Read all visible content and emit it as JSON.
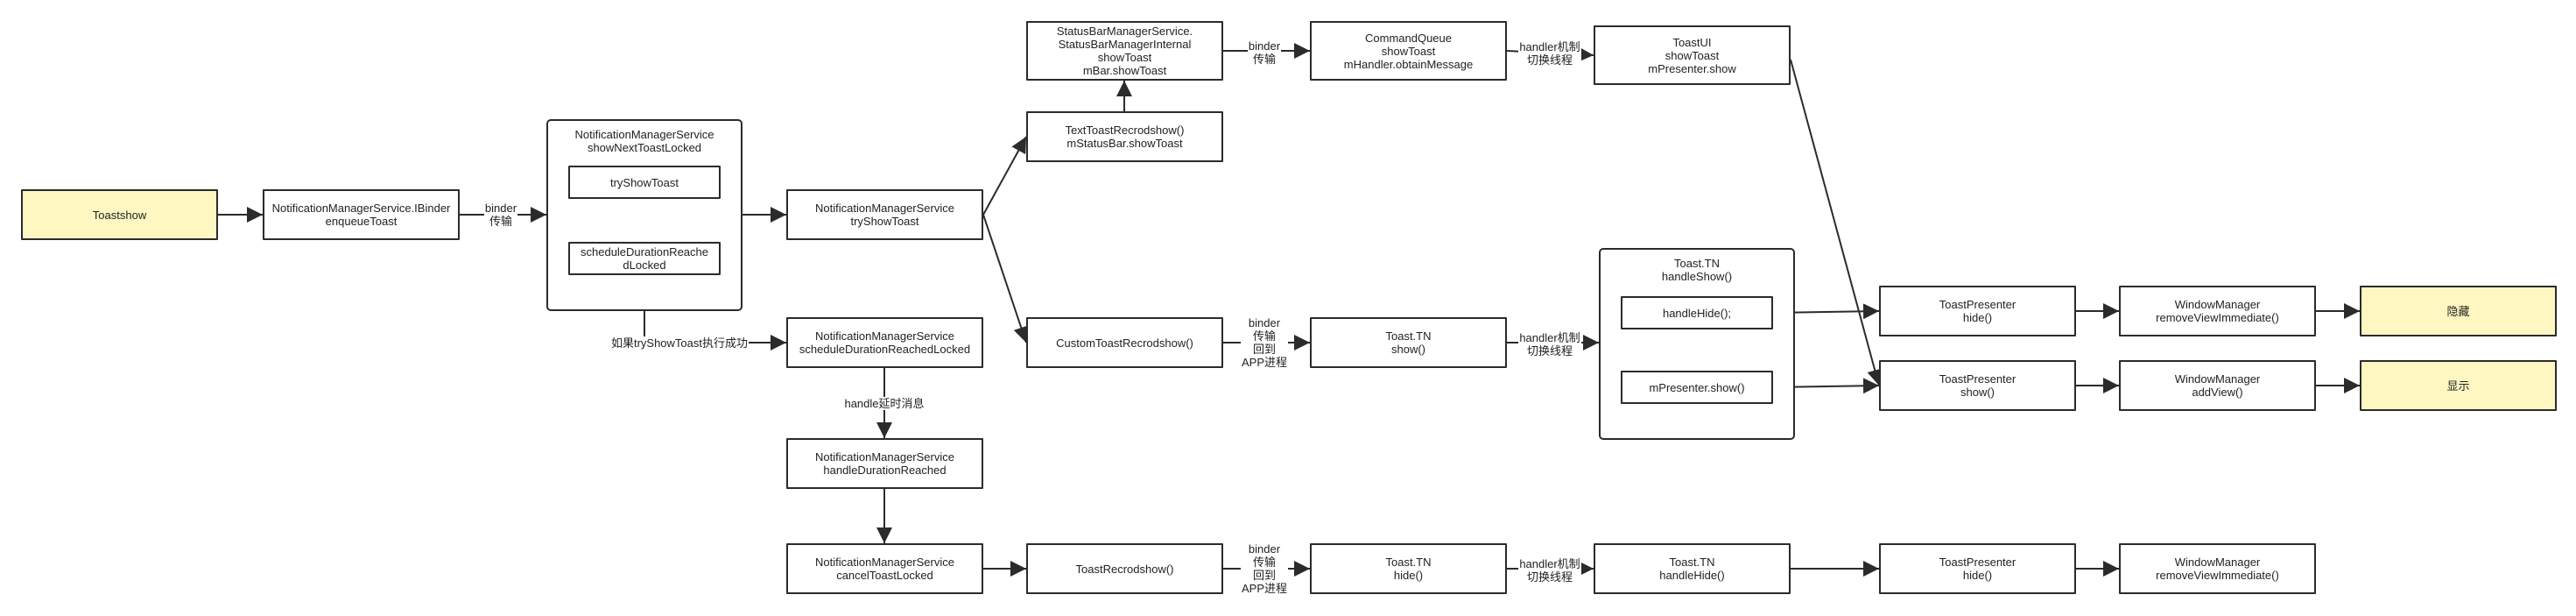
{
  "colors": {
    "highlight": "#fff7c2",
    "stroke": "#2b2b2b",
    "text": "#222222"
  },
  "nodes": {
    "toastshow": [
      "Toastshow"
    ],
    "nms_ibinder": [
      "NotificationManagerService.IBinder",
      "enqueueToast"
    ],
    "nms_showNext": [
      "NotificationManagerService",
      "showNextToastLocked"
    ],
    "tryShowToast_inner": [
      "tryShowToast"
    ],
    "scheduleDuration_inner": [
      "scheduleDurationReache",
      "dLocked"
    ],
    "nms_tryShowToast": [
      "NotificationManagerService",
      "tryShowToast"
    ],
    "statusbar": [
      "StatusBarManagerService.",
      "StatusBarManagerInternal",
      "showToast",
      "mBar.showToast"
    ],
    "textToast": [
      "TextToastRecrodshow()",
      "mStatusBar.showToast"
    ],
    "commandQueue": [
      "CommandQueue",
      "showToast",
      "mHandler.obtainMessage"
    ],
    "toastUI": [
      "ToastUI",
      "showToast",
      "mPresenter.show"
    ],
    "nms_schedule": [
      "NotificationManagerService",
      "scheduleDurationReachedLocked"
    ],
    "customToast": [
      "CustomToastRecrodshow()"
    ],
    "tn_show": [
      "Toast.TN",
      "show()"
    ],
    "tn_handleShow": [
      "Toast.TN",
      "handleShow()"
    ],
    "handleHide_inner": [
      "handleHide();"
    ],
    "presenterShow_inner": [
      "mPresenter.show()"
    ],
    "presenter_hide1": [
      "ToastPresenter",
      "hide()"
    ],
    "presenter_show": [
      "ToastPresenter",
      "show()"
    ],
    "wm_remove1": [
      "WindowManager",
      "removeViewImmediate()"
    ],
    "wm_add": [
      "WindowManager",
      "addView()"
    ],
    "hide_result": [
      "隐藏"
    ],
    "show_result": [
      "显示"
    ],
    "nms_handleDuration": [
      "NotificationManagerService",
      "handleDurationReached"
    ],
    "nms_cancel": [
      "NotificationManagerService",
      "cancelToastLocked"
    ],
    "toastRecord": [
      "ToastRecrodshow()"
    ],
    "tn_hide": [
      "Toast.TN",
      "hide()"
    ],
    "tn_handleHide": [
      "Toast.TN",
      "handleHide()"
    ],
    "presenter_hide2": [
      "ToastPresenter",
      "hide()"
    ],
    "wm_remove2": [
      "WindowManager",
      "removeViewImmediate()"
    ]
  },
  "edge_labels": {
    "binder1": [
      "binder",
      "传输"
    ],
    "binder2": [
      "binder",
      "传输"
    ],
    "handler1": [
      "handler机制",
      "切换线程"
    ],
    "success": [
      "如果tryShowToast执行成功"
    ],
    "binder3": [
      "binder",
      "传输",
      "回到",
      "APP进程"
    ],
    "handler2": [
      "handler机制",
      "切换线程"
    ],
    "delay": [
      "handle延时消息"
    ],
    "binder4": [
      "binder",
      "传输",
      "回到",
      "APP进程"
    ],
    "handler3": [
      "handler机制",
      "切换线程"
    ]
  }
}
